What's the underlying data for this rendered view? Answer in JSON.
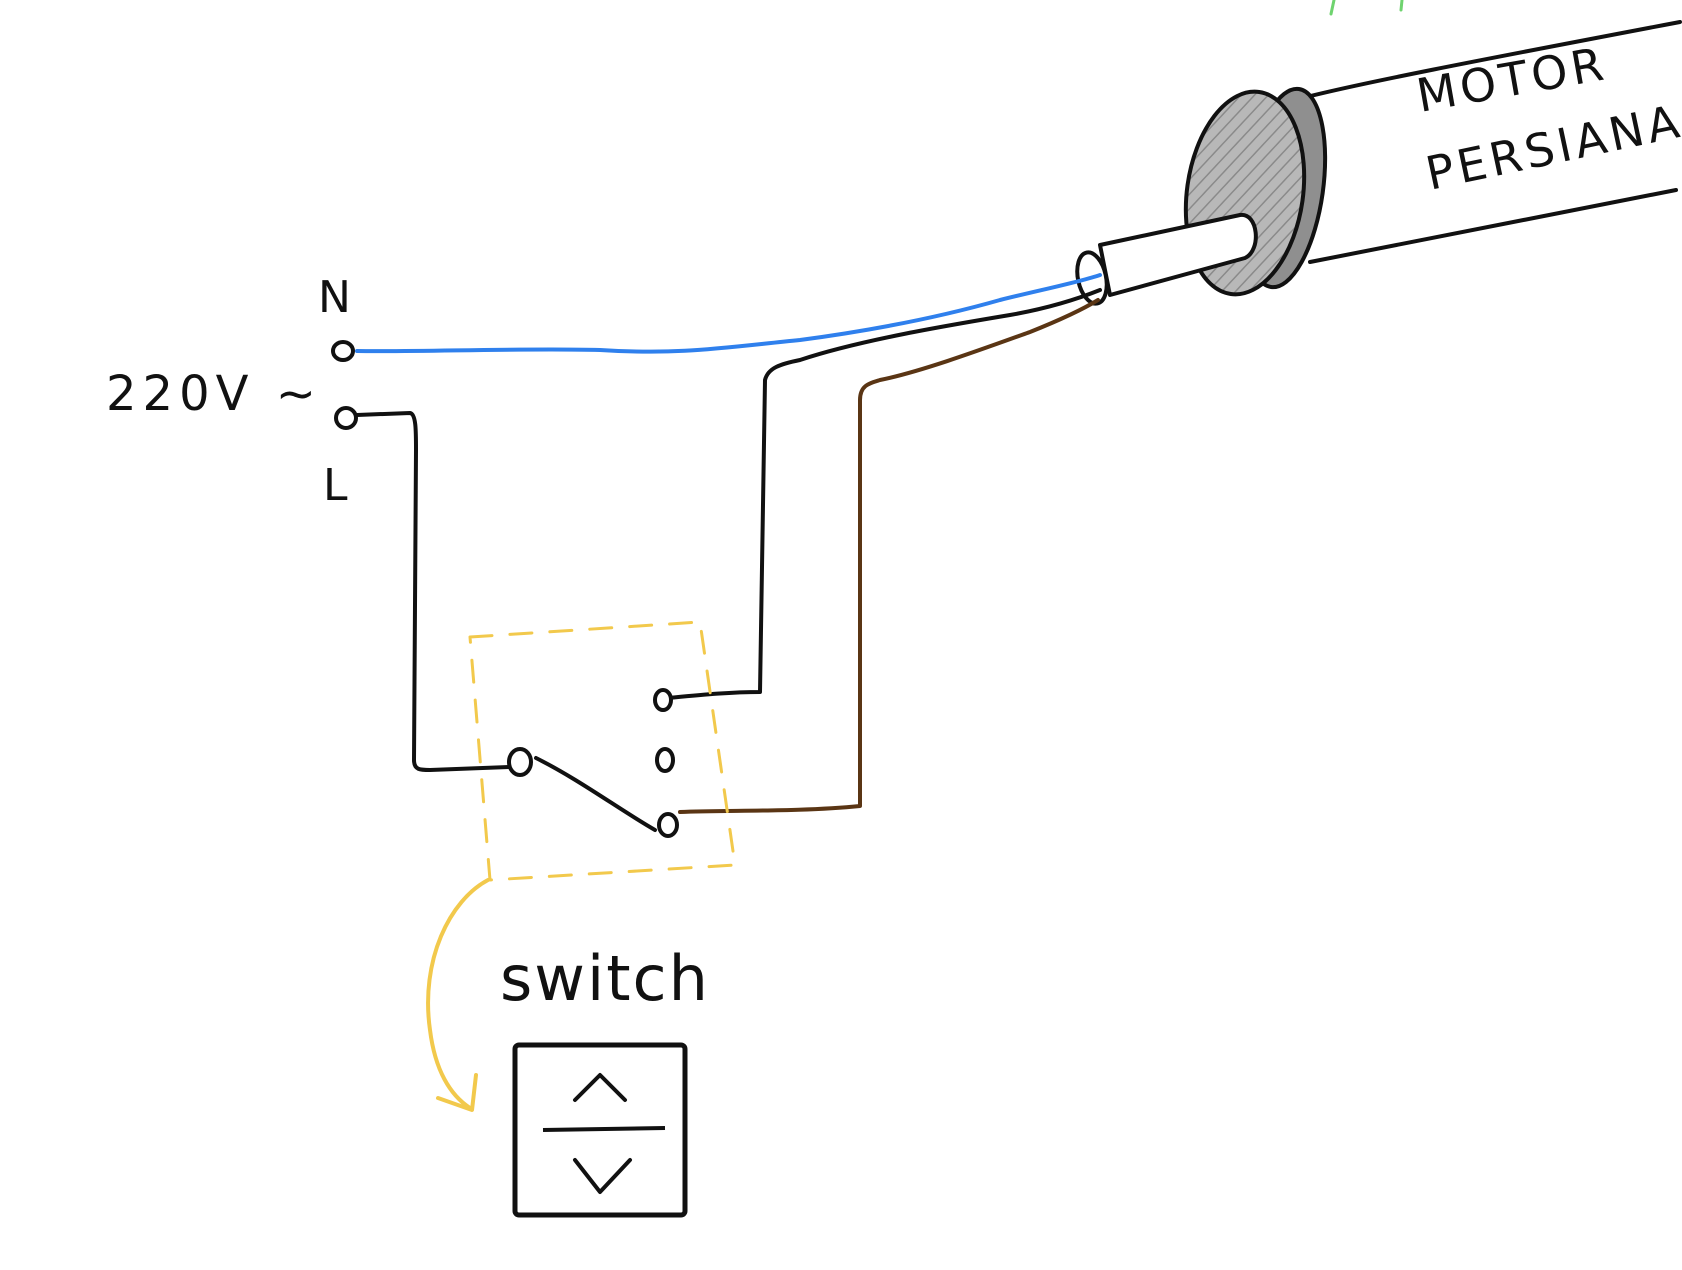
{
  "labels": {
    "voltage": "220V ~",
    "neutral": "N",
    "line": "L",
    "motor_line1": "MOTOR",
    "motor_line2": "PERSIANA",
    "switch_label": "switch"
  },
  "colors": {
    "neutral_wire": "#2f80ed",
    "line_wire": "#111111",
    "brown_wire": "#5a3514",
    "switch_outline": "#f2c94c",
    "motor_cap": "#a9a9a9",
    "accent_green": "#6fd36f"
  },
  "switch_icon": {
    "up": "chevron-up-icon",
    "down": "chevron-down-icon"
  }
}
